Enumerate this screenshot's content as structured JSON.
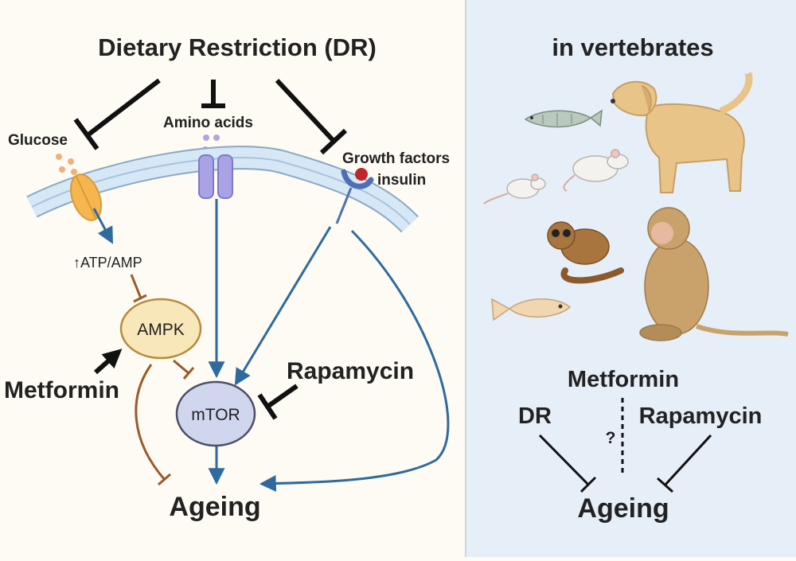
{
  "left_panel": {
    "title": "Dietary Restriction (DR)",
    "inputs": {
      "glucose": "Glucose",
      "amino_acids": "Amino acids",
      "growth_factors": "Growth factors",
      "insulin": "insulin"
    },
    "atp_amp": "↑ATP/AMP",
    "ampk": "AMPK",
    "mtor": "mTOR",
    "metformin": "Metformin",
    "rapamycin": "Rapamycin",
    "ageing": "Ageing"
  },
  "right_panel": {
    "title": "in vertebrates",
    "animals": [
      "fish",
      "dog",
      "rat",
      "mouse",
      "lemur",
      "monkey",
      "killifish"
    ],
    "metformin": "Metformin",
    "dr": "DR",
    "rapamycin": "Rapamycin",
    "question": "?",
    "ageing": "Ageing"
  },
  "colors": {
    "left_bg": "#fdfbf3",
    "right_bg": "#e6eef8",
    "blue_arrow": "#2f6a9e",
    "brown_arrow": "#9a5a28",
    "ampk_fill": "#f8e7b9",
    "mtor_fill": "#cfd6ee",
    "membrane": "#cfe2f4"
  }
}
